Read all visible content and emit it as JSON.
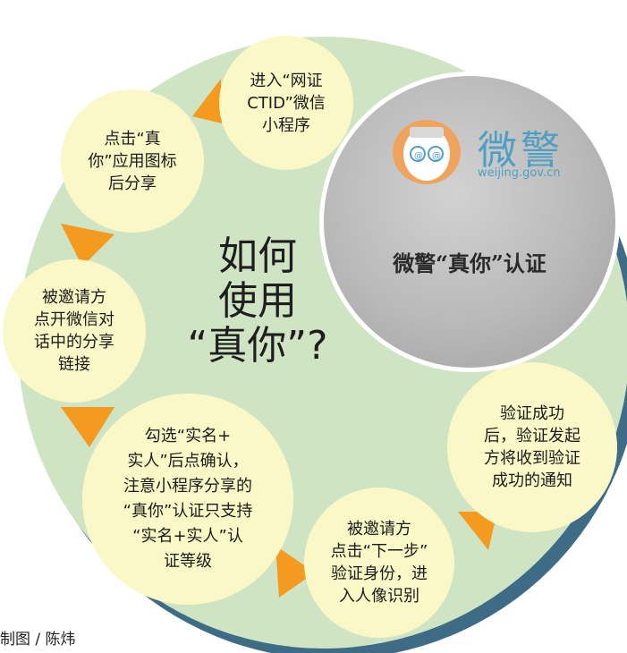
{
  "center_title": "如何\n使用\n“真你”?",
  "steps": [
    "进入“网证\nCTID”微信\n小程序",
    "点击“真\n你”应用图标\n后分享",
    "被邀请方\n点开微信对\n话中的分享\n链接",
    "勾选“实名+\n实人”后点确认，\n注意小程序分享的\n“真你”认证只支持\n“实名+实人”认\n证等级",
    "被邀请方\n点击“下一步”\n验证身份，进\n入人像识别",
    "验证成功\n后，验证发起\n方将收到验证\n成功的通知"
  ],
  "photo": {
    "logo_text": "微警",
    "logo_url": "weijing.gov.cn",
    "caption": "微警“真你”认证"
  },
  "credit": "制图 / 陈炜",
  "colors": {
    "disc": "#cfe4c2",
    "disc_shadow": "#3e6b85",
    "bubble": "#fbf8c7",
    "arrow": "#f39a1f",
    "logo": "#4e9fc4"
  }
}
